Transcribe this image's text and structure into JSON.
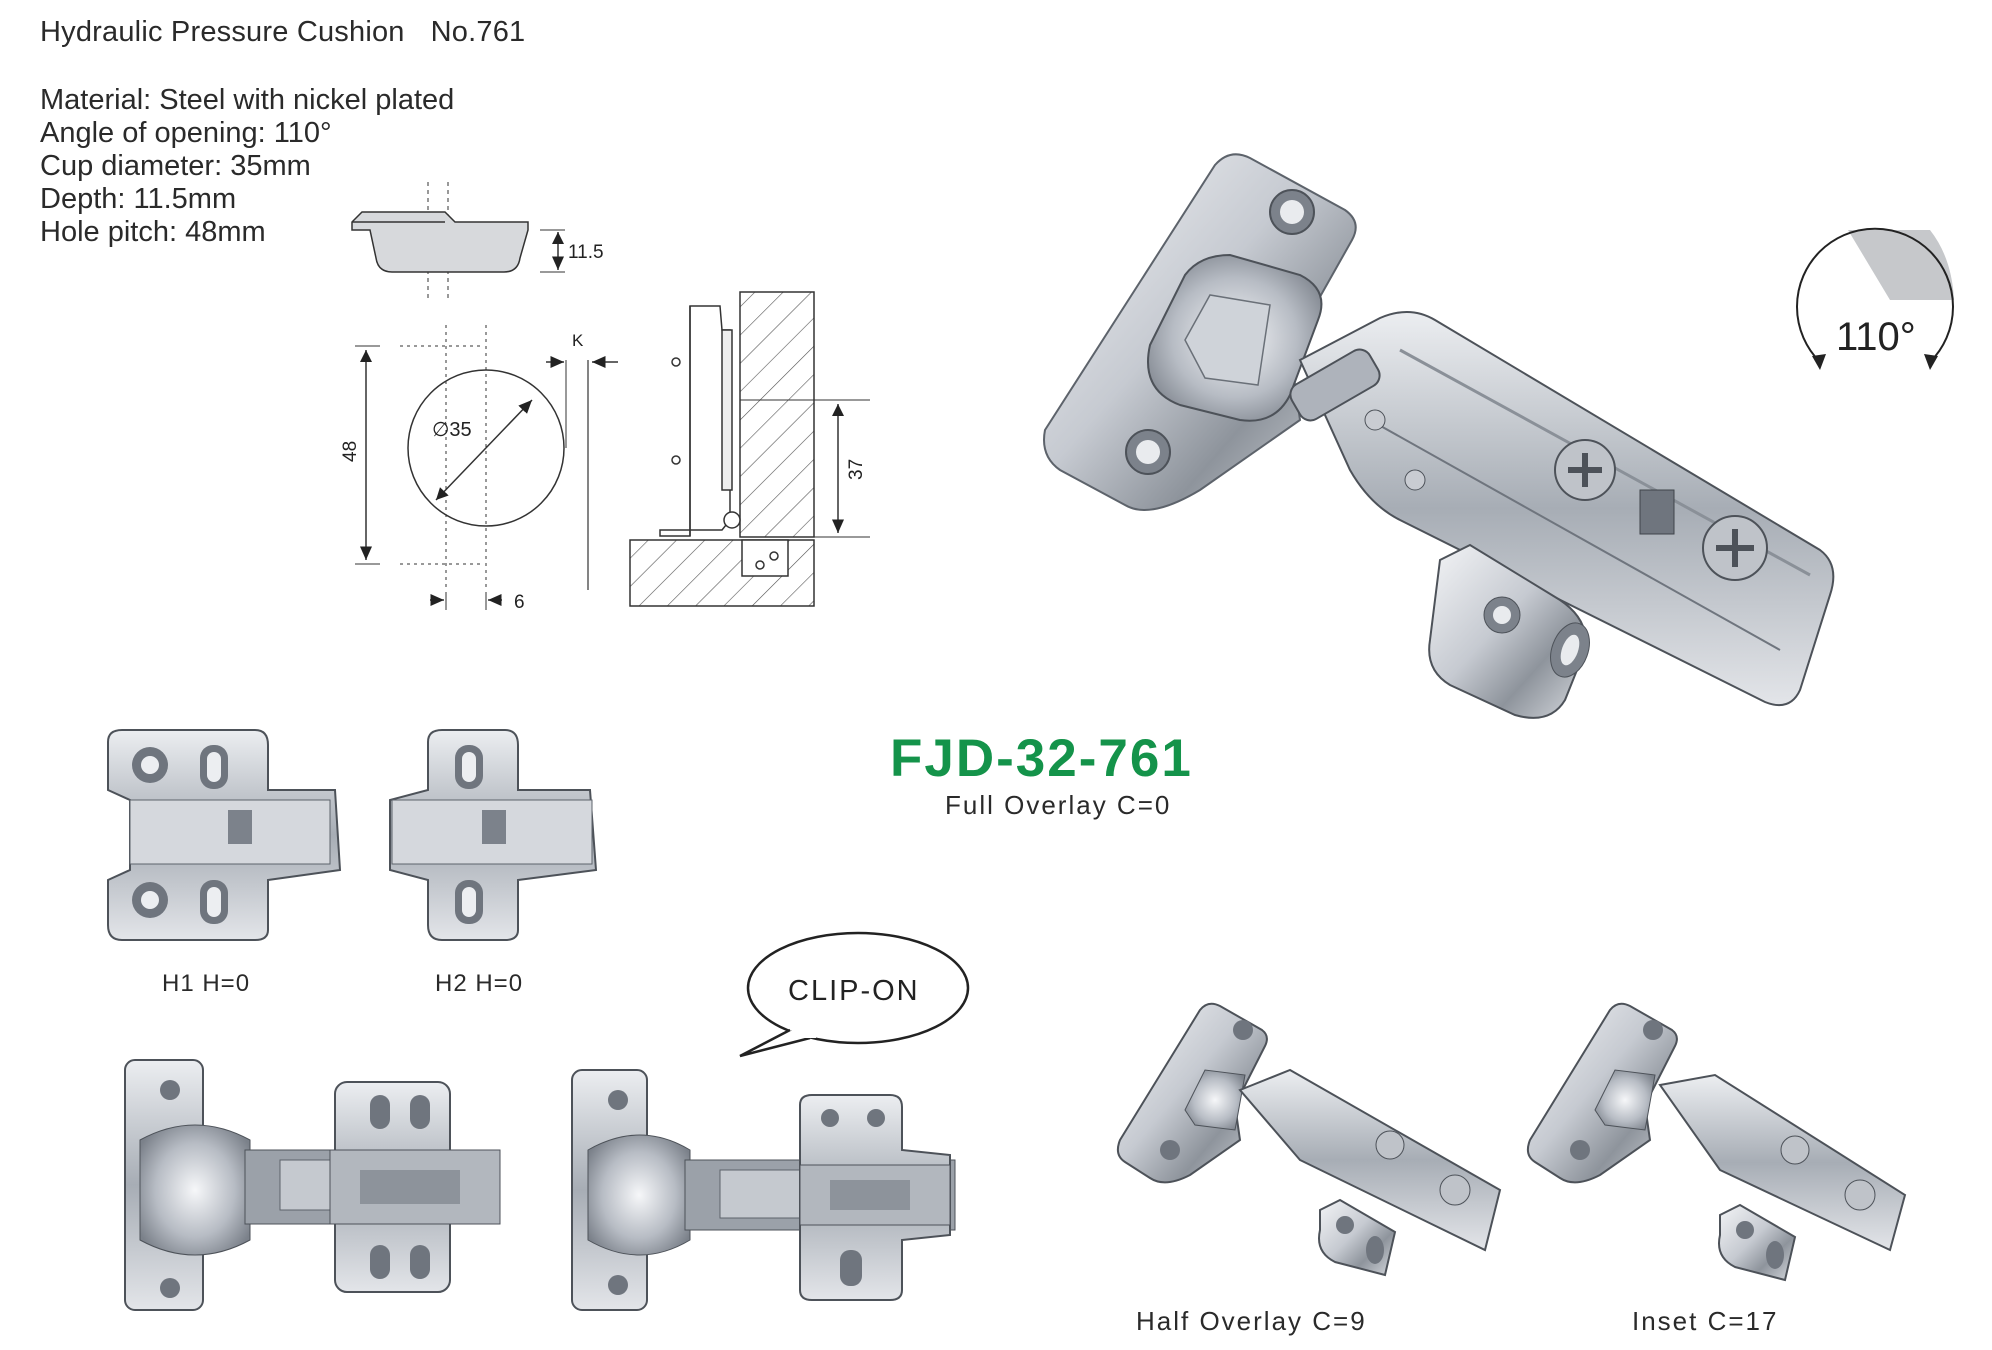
{
  "header": {
    "title": "Hydraulic Pressure Cushion",
    "number": "No.761"
  },
  "specs": [
    "Material: Steel with nickel plated",
    "Angle of opening: 110°",
    "Cup diameter: 35mm",
    "Depth: 11.5mm",
    "Hole pitch: 48mm"
  ],
  "drawing": {
    "depth_dim": "11.5",
    "diameter_dim": "∅35",
    "pitch_dim": "48",
    "offset_dim": "6",
    "k_label": "K",
    "side_dim": "37"
  },
  "angle_badge": "110°",
  "model": {
    "code": "FJD-32-761",
    "overlay": "Full Overlay C=0"
  },
  "plates": [
    {
      "label": "H1 H=0"
    },
    {
      "label": "H2 H=0"
    }
  ],
  "callout": "CLIP-ON",
  "variants": [
    {
      "label": "Half Overlay C=9"
    },
    {
      "label": "Inset C=17"
    }
  ],
  "colors": {
    "model_green": "#14934a",
    "steel_light": "#e6e8ec",
    "steel_mid": "#b9bec6",
    "steel_dark": "#6f757e"
  }
}
